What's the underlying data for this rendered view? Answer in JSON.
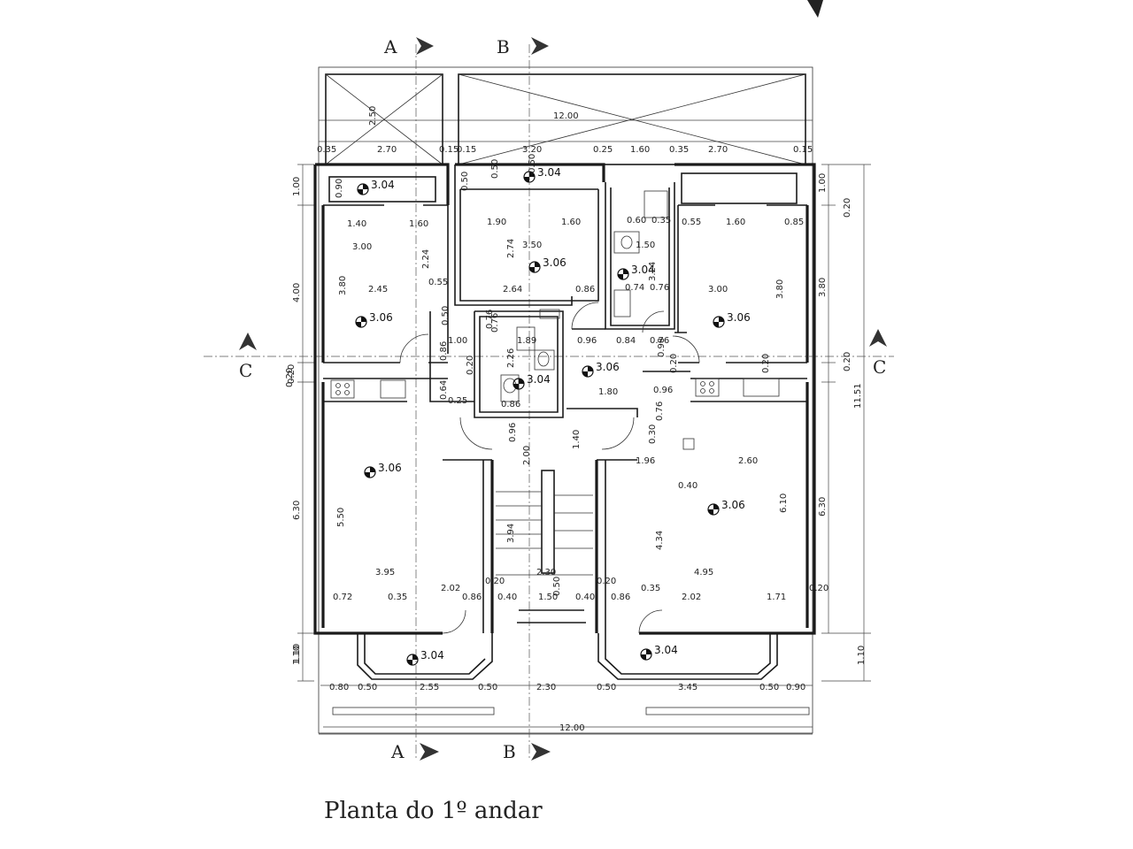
{
  "title": "Planta do 1º andar",
  "sections": [
    "A",
    "B",
    "C"
  ],
  "levels": [
    "3.04",
    "3.06",
    "3.04",
    "3.06",
    "3.04",
    "3.06",
    "3.06",
    "3.04",
    "3.06",
    "3.06",
    "3.04",
    "3.04"
  ],
  "overall": {
    "width": "12.00",
    "width_bottom": "12.00",
    "depth": "11.51"
  },
  "dims_top_row": [
    "0.35",
    "2.70",
    "0.15",
    "0.15",
    "3.20",
    "0.25",
    "1.60",
    "0.35",
    "2.70",
    "0.15"
  ],
  "dims_bottom_row": [
    "0.80",
    "0.50",
    "2.55",
    "0.50",
    "2.30",
    "0.50",
    "3.45",
    "0.50",
    "0.90"
  ],
  "dims_left": [
    "1.00",
    "4.00",
    "0.20",
    "6.30",
    "1.10"
  ],
  "dims_right": [
    "1.00",
    "0.20",
    "3.80",
    "0.20",
    "6.30",
    "1.10"
  ],
  "dims_interior": [
    "2.50",
    "0.90",
    "1.40",
    "1.60",
    "3.00",
    "2.24",
    "3.80",
    "2.45",
    "0.55",
    "0.50",
    "1.90",
    "1.60",
    "2.74",
    "3.50",
    "2.64",
    "0.86",
    "0.50",
    "0.60",
    "0.35",
    "1.50",
    "3.24",
    "0.74",
    "0.76",
    "0.55",
    "1.60",
    "0.85",
    "3.00",
    "3.80",
    "0.76",
    "1.89",
    "0.96",
    "0.84",
    "0.76",
    "2.26",
    "0.86",
    "1.80",
    "0.96",
    "0.98",
    "0.20",
    "1.00",
    "0.86",
    "0.64",
    "0.25",
    "0.96",
    "2.00",
    "1.40",
    "0.30",
    "1.96",
    "2.60",
    "0.40",
    "6.10",
    "5.50",
    "3.94",
    "4.34",
    "3.95",
    "2.30",
    "4.95",
    "0.72",
    "0.35",
    "2.02",
    "0.86",
    "0.40",
    "1.50",
    "0.40",
    "0.86",
    "0.35",
    "2.02",
    "1.71",
    "0.20",
    "0.20",
    "1.10",
    "0.76",
    "0.20",
    "0.20",
    "0.20",
    "0.20",
    "0.76",
    "0.50",
    "0.50",
    "0.50"
  ]
}
